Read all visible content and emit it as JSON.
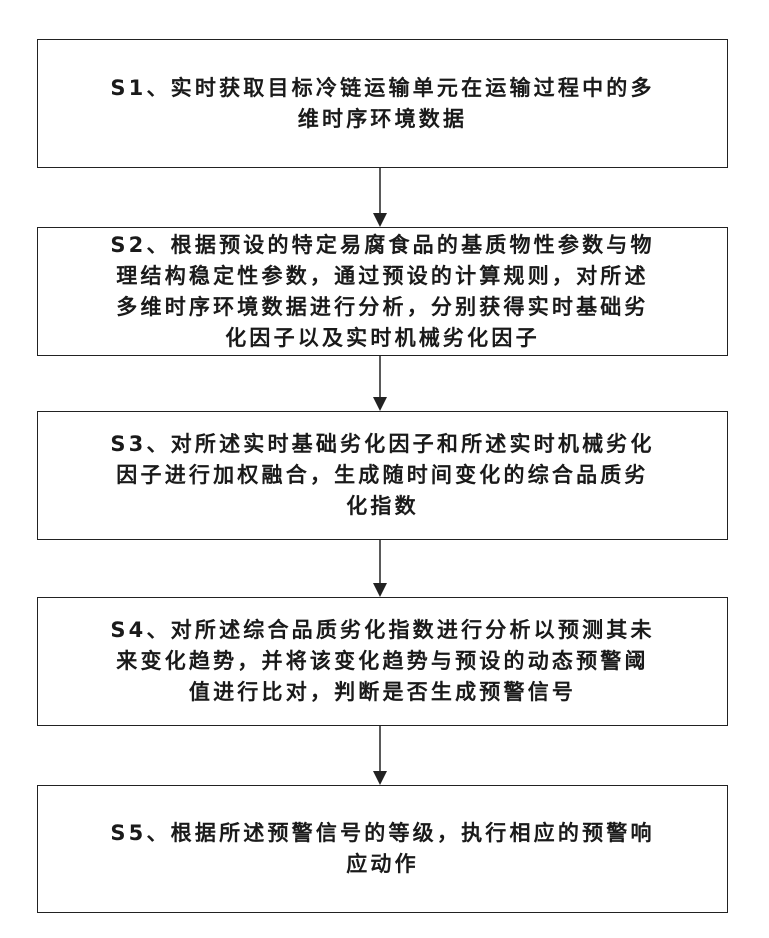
{
  "steps": [
    {
      "id": "S1",
      "text": "S1、实时获取目标冷链运输单元在运输过程中的多\n维时序环境数据"
    },
    {
      "id": "S2",
      "text": "S2、根据预设的特定易腐食品的基质物性参数与物\n理结构稳定性参数，通过预设的计算规则，对所述\n多维时序环境数据进行分析，分别获得实时基础劣\n化因子以及实时机械劣化因子"
    },
    {
      "id": "S3",
      "text": "S3、对所述实时基础劣化因子和所述实时机械劣化\n因子进行加权融合，生成随时间变化的综合品质劣\n化指数"
    },
    {
      "id": "S4",
      "text": "S4、对所述综合品质劣化指数进行分析以预测其未\n来变化趋势，并将该变化趋势与预设的动态预警阈\n值进行比对，判断是否生成预警信号"
    },
    {
      "id": "S5",
      "text": "S5、根据所述预警信号的等级，执行相应的预警响\n应动作"
    }
  ]
}
